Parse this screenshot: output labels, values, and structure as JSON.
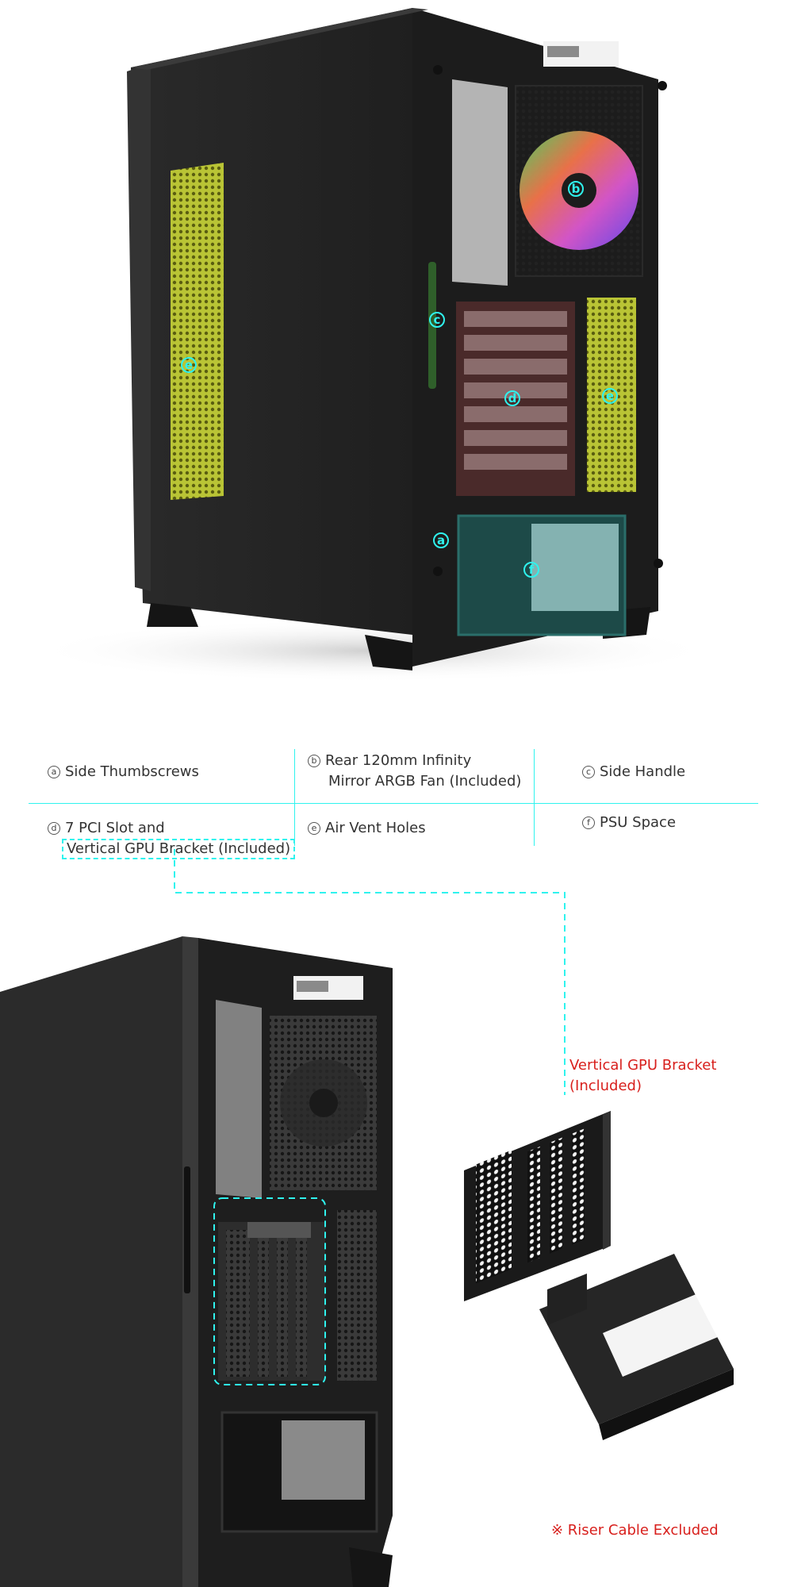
{
  "markers": {
    "a": "a",
    "b": "b",
    "c": "c",
    "d": "d",
    "e": "e",
    "f": "f"
  },
  "legend": {
    "row1": [
      {
        "marker": "a",
        "lines": [
          "Side Thumbscrews"
        ]
      },
      {
        "marker": "b",
        "lines": [
          "Rear 120mm Infinity",
          "Mirror ARGB Fan (Included)"
        ]
      },
      {
        "marker": "c",
        "lines": [
          "Side Handle"
        ]
      }
    ],
    "row2": [
      {
        "marker": "d",
        "lines": [
          "7 PCI Slot and",
          "Vertical GPU Bracket (Included)"
        ]
      },
      {
        "marker": "e",
        "lines": [
          "Air Vent Holes"
        ]
      },
      {
        "marker": "f",
        "lines": [
          "PSU Space"
        ]
      }
    ]
  },
  "callout": {
    "line1": "Vertical GPU Bracket",
    "line2": "(Included)"
  },
  "note": "※ Riser Cable Excluded",
  "colors": {
    "accent": "#2ff3ee",
    "note_red": "#d8201d",
    "case_body": "#2b2b2b"
  }
}
